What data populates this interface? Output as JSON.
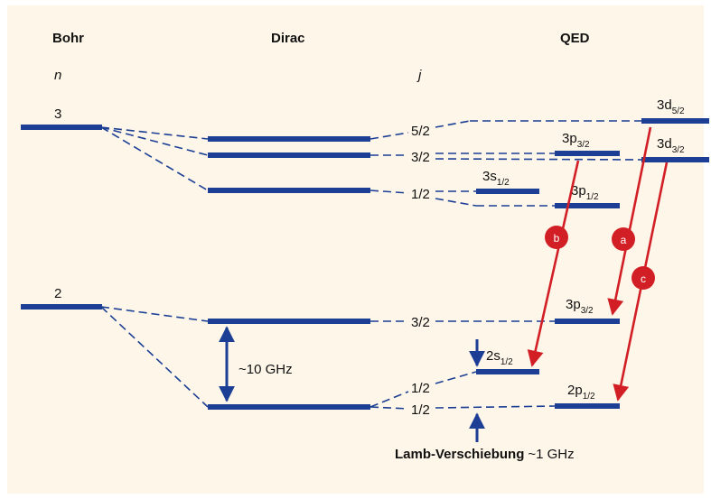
{
  "colors": {
    "background": "#fdf6e9",
    "level": "#1c3f95",
    "transition": "#d21f26",
    "text": "#111111"
  },
  "headers": {
    "bohr": "Bohr",
    "dirac": "Dirac",
    "qed": "QED"
  },
  "axis_symbols": {
    "n": "n",
    "j": "j"
  },
  "bohr_levels": [
    "3",
    "2"
  ],
  "j_labels": [
    "5/2",
    "3/2",
    "1/2",
    "3/2",
    "1/2",
    "1/2"
  ],
  "qed_levels": {
    "d52": {
      "main": "3d",
      "sub": "5/2"
    },
    "p32_top": {
      "main": "3p",
      "sub": "3/2"
    },
    "d32": {
      "main": "3d",
      "sub": "3/2"
    },
    "s12_top": {
      "main": "3s",
      "sub": "1/2"
    },
    "p12_top": {
      "main": "3p",
      "sub": "1/2"
    },
    "p32_low": {
      "main": "3p",
      "sub": "3/2"
    },
    "s12_low": {
      "main": "2s",
      "sub": "1/2"
    },
    "p12_low": {
      "main": "2p",
      "sub": "1/2"
    }
  },
  "dirac_split_label": "~10 GHz",
  "lamb_shift": {
    "bold": "Lamb-Verschiebung",
    "value": "~1 GHz"
  },
  "transitions": [
    "a",
    "b",
    "c"
  ]
}
